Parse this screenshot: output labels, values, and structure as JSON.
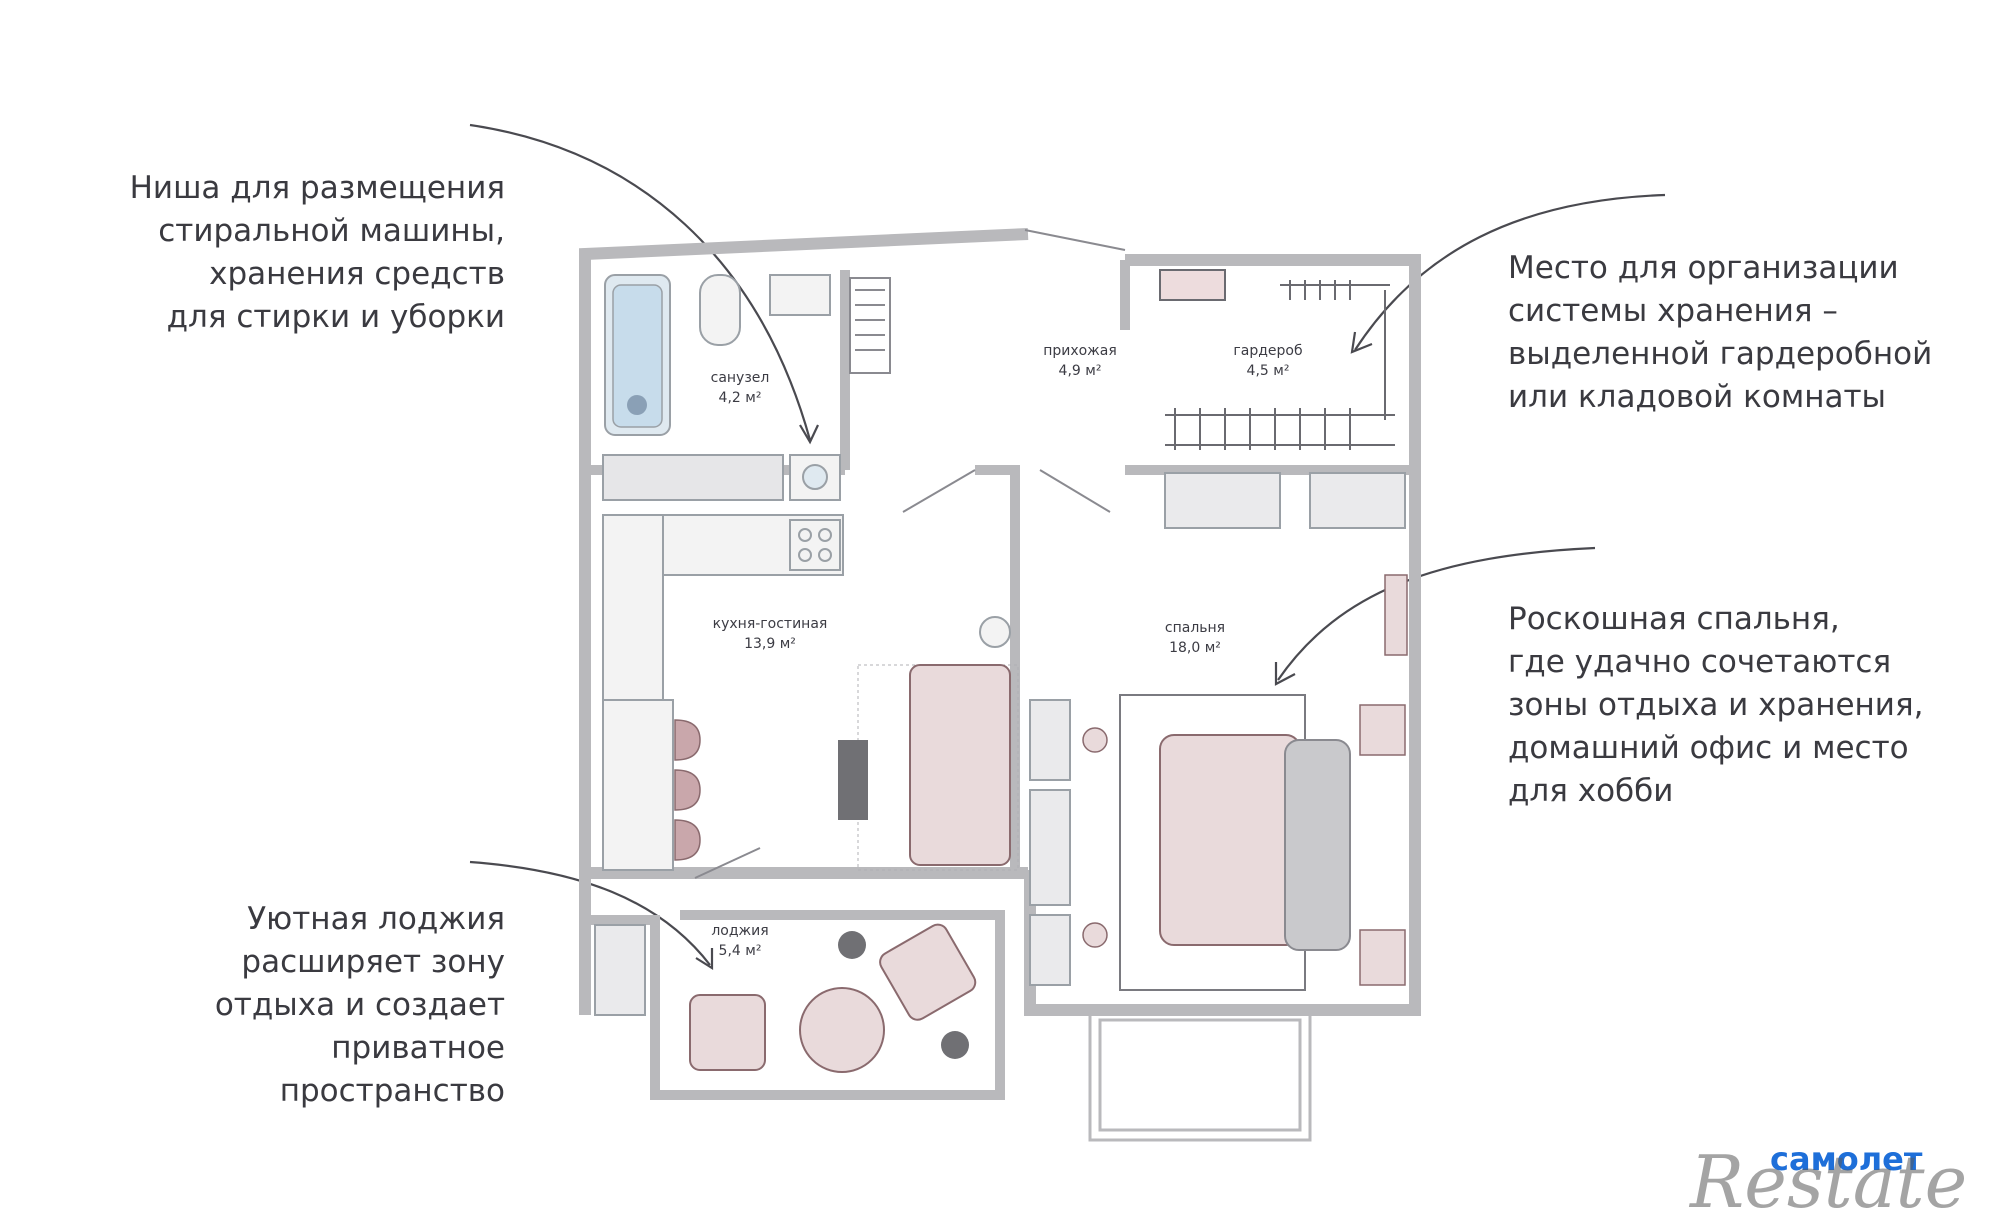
{
  "callouts": {
    "niche": [
      "Ниша для размещения",
      "стиральной машины,",
      "хранения средств",
      "для стирки и уборки"
    ],
    "storage": [
      "Место для организации",
      "системы хранения –",
      "выделенной гардеробной",
      "или кладовой комнаты"
    ],
    "bedroom": [
      "Роскошная спальня,",
      "где удачно сочетаются",
      "зоны отдыха и хранения,",
      "домашний офис и место",
      "для хобби"
    ],
    "loggia": [
      "Уютная лоджия",
      "расширяет зону",
      "отдыха и создает",
      "приватное",
      "пространство"
    ]
  },
  "rooms": {
    "bathroom": {
      "name": "санузел",
      "area": "4,2 м²"
    },
    "hall": {
      "name": "прихожая",
      "area": "4,9 м²"
    },
    "wardrobe": {
      "name": "гардероб",
      "area": "4,5 м²"
    },
    "kitchen": {
      "name": "кухня-гостиная",
      "area": "13,9 м²"
    },
    "bedroom": {
      "name": "спальня",
      "area": "18,0 м²"
    },
    "loggia": {
      "name": "лоджия",
      "area": "5,4 м²"
    }
  },
  "brand": {
    "line1": "самолет",
    "watermark": "Restate"
  },
  "colors": {
    "wall": "#b9b9bc",
    "furniture": "#e9dadb",
    "accent_blue": "#1e6fd9",
    "text": "#3a3a40"
  }
}
